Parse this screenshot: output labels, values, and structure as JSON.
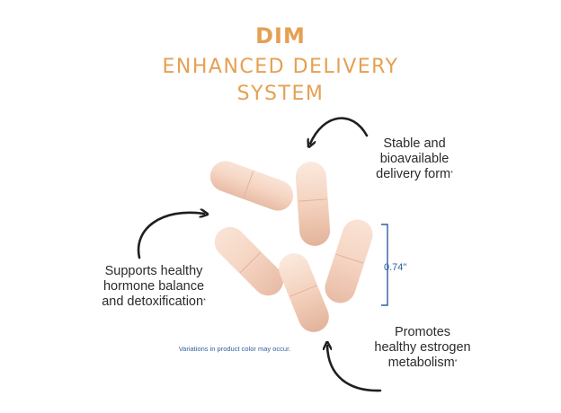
{
  "title": {
    "main": "DIM",
    "line1": "ENHANCED DELIVERY",
    "line2": "SYSTEM"
  },
  "labels": {
    "top_right": {
      "line1": "Stable and",
      "line2": "bioavailable",
      "line3": "delivery form",
      "mark": "*"
    },
    "left": {
      "line1": "Supports healthy",
      "line2": "hormone balance",
      "line3": "and detoxification",
      "mark": "*"
    },
    "bottom_right": {
      "line1": "Promotes",
      "line2": "healthy estrogen",
      "line3": "metabolism",
      "mark": "*"
    }
  },
  "measurement": "0.74\"",
  "disclaimer": "Variations in product color may occur.",
  "colors": {
    "title": "#e5a053",
    "measure": "#2f5f9e",
    "text": "#2b2b2b",
    "arrow": "#1f1f1f"
  }
}
